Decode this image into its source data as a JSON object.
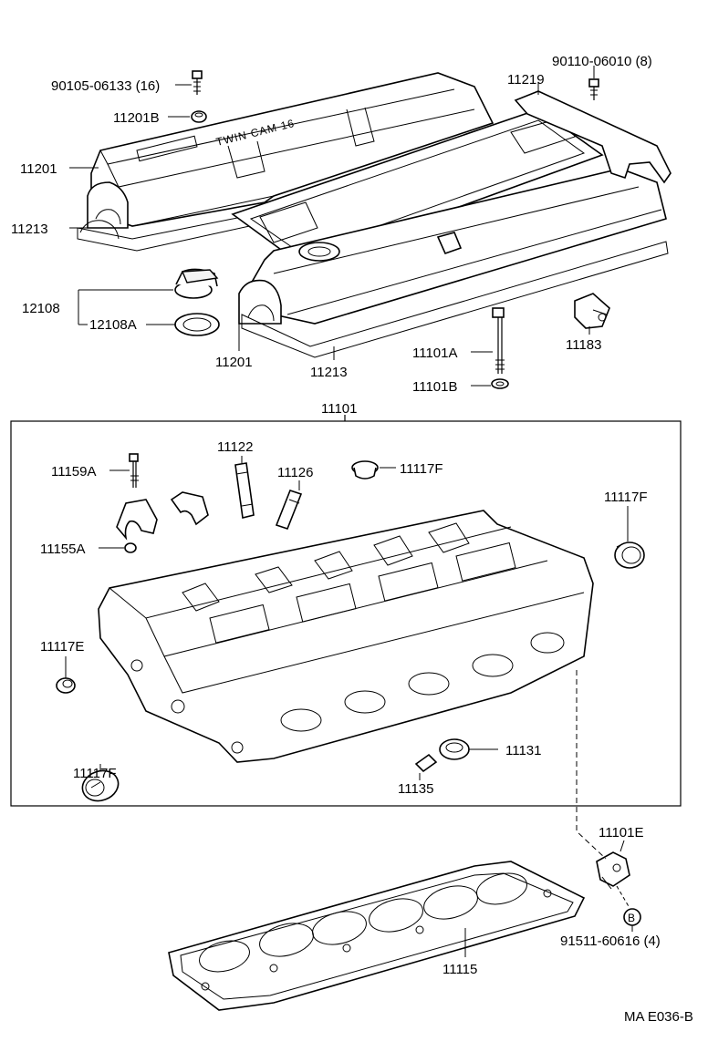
{
  "labels": {
    "p90105": "90105-06133 (16)",
    "p11201B": "11201B",
    "p11201_top": "11201",
    "p11213_top": "11213",
    "p90110": "90110-06010 (8)",
    "p11219": "11219",
    "p12108": "12108",
    "p12108A": "12108A",
    "p11201_bot": "11201",
    "p11213_bot": "11213",
    "p11101A": "11101A",
    "p11101B": "11101B",
    "p11183": "11183",
    "p11101": "11101",
    "p11122": "11122",
    "p11159A": "11159A",
    "p11126": "11126",
    "p11117F_a": "11117F",
    "p11117F_b": "11117F",
    "p11155A": "11155A",
    "p11117E": "11117E",
    "p11117F_c": "11117F",
    "p11135": "11135",
    "p11131": "11131",
    "p11101E": "11101E",
    "p11115": "11115",
    "p91511": "91511-60616 (4)",
    "callout_b": "B",
    "diagram_code": "MA E036-B"
  },
  "cover_embossing": "TWIN CAM 16"
}
